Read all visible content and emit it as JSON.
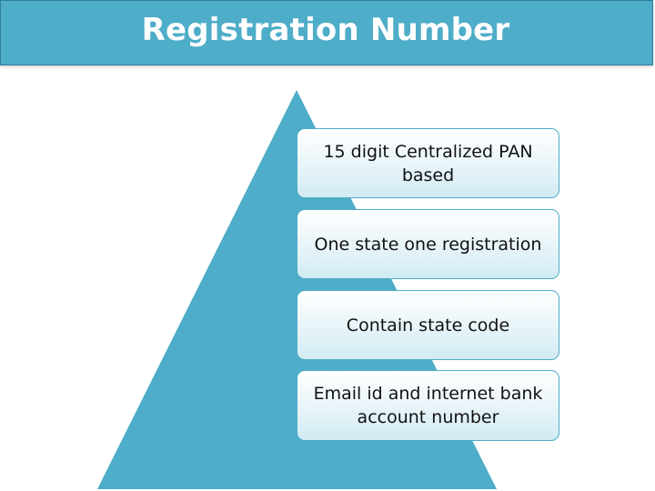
{
  "title": "Registration Number",
  "colors": {
    "accent": "#4eadc8",
    "pyramid": "#4eadc8",
    "box_border": "#4eadc8",
    "text": "#111111"
  },
  "levels": [
    {
      "label": "15 digit Centralized PAN based"
    },
    {
      "label": "One state one registration"
    },
    {
      "label": "Contain state code"
    },
    {
      "label": "Email id and internet bank account number"
    }
  ]
}
